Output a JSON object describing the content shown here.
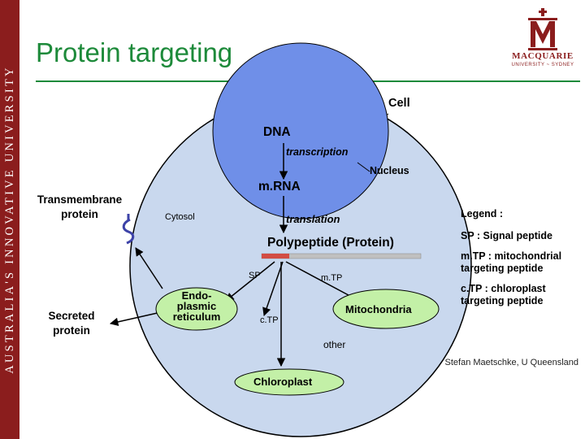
{
  "banner": {
    "text": "AUSTRALIA'S INNOVATIVE UNIVERSITY",
    "color": "#8b1d1d"
  },
  "title": "Protein targeting",
  "logo": {
    "wordmark": "MACQUARIE",
    "subtitle": "UNIVERSITY ~ SYDNEY"
  },
  "diagram": {
    "cell_label": "Cell",
    "nucleus_label": "Nucleus",
    "dna_label": "DNA",
    "transcription_label": "transcription",
    "mrna_label": "m.RNA",
    "translation_label": "translation",
    "cytosol_label": "Cytosol",
    "polypeptide_label": "Polypeptide (Protein)",
    "sp_label": "SP",
    "mtp_label": "m.TP",
    "ctp_label": "c.TP",
    "other_label": "other",
    "er_label": "Endo-\nplasmic\nreticulum",
    "mitochondria_label": "Mitochondria",
    "chloroplast_label": "Chloroplast",
    "transmembrane_label": "Transmembrane\nprotein",
    "secreted_label": "Secreted\nprotein"
  },
  "legend": {
    "heading": "Legend :",
    "items": [
      "SP : Signal peptide",
      "m.TP : mitochondrial targeting peptide",
      "c.TP : chloroplast targeting peptide"
    ]
  },
  "credit": "Stefan Maetschke, U Queensland",
  "colors": {
    "cell": "#c9d8ee",
    "nucleus": "#6f8fe8",
    "organelle": "#c3f0a7",
    "title": "#1d8a3a",
    "sp_segment": "#d24c43"
  }
}
